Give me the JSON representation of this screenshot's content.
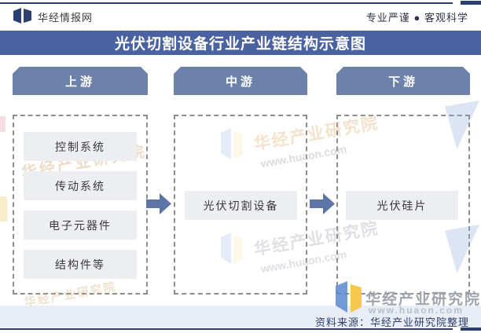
{
  "brand": {
    "site_name": "华经情报网",
    "slogan": "专业严谨 ● 客观科学"
  },
  "title": "光伏切割设备行业产业链结构示意图",
  "columns": [
    {
      "header": "上游",
      "items": [
        "控制系统",
        "传动系统",
        "电子元器件",
        "结构件等"
      ]
    },
    {
      "header": "中游",
      "items": [
        "光伏切割设备"
      ]
    },
    {
      "header": "下游",
      "items": [
        "光伏硅片"
      ]
    }
  ],
  "brandmark": {
    "name": "华经产业研究院",
    "url": "www.huaon.com"
  },
  "watermark": {
    "text": "华经产业研究院",
    "url": "www.huaon.com"
  },
  "footer": {
    "source": "资料来源：华经产业研究院整理"
  },
  "colors": {
    "banner_blue": "#4A63A0",
    "header_box_blue": "#6C82AA",
    "arrow_blue": "#5C74A6",
    "item_box_gray": "#ECEEF1",
    "rule_navy": "#2C3F72",
    "dash_gray": "#8D8D8D",
    "footer_strip": "#E9EEF6",
    "source_text": "#2F3E6E",
    "site_text": "#3B3B3B",
    "slogan_text": "#2E3245",
    "brandmark_gray": "#9FA5AD"
  }
}
